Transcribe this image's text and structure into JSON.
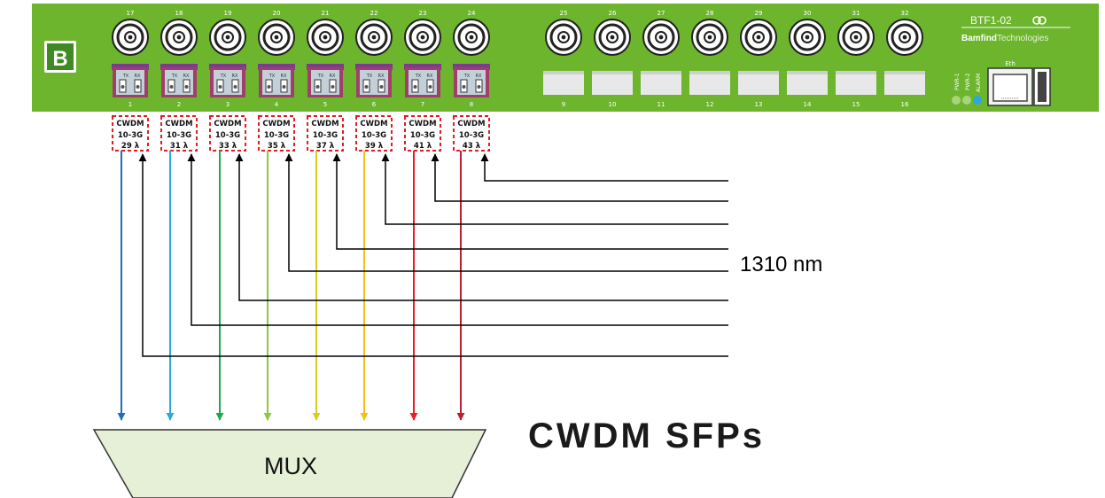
{
  "device": {
    "logo_letter": "B",
    "model": "BTF1-02",
    "brand_bold": "Bamfind",
    "brand_light": "Technologies",
    "top_ports": [
      "17",
      "18",
      "19",
      "20",
      "21",
      "22",
      "23",
      "24",
      "25",
      "26",
      "27",
      "28",
      "29",
      "30",
      "31",
      "32"
    ],
    "bottom_ports": [
      "1",
      "2",
      "3",
      "4",
      "5",
      "6",
      "7",
      "8",
      "9",
      "10",
      "11",
      "12",
      "13",
      "14",
      "15",
      "16"
    ],
    "sfp_tx": "TX",
    "sfp_rx": "RX",
    "status_leds": [
      "PWR-1",
      "PWR-2",
      "ALARM"
    ],
    "eth_label": "Eth"
  },
  "modules": [
    {
      "line1": "CWDM",
      "line2": "10-3G",
      "line3": "29 λ"
    },
    {
      "line1": "CWDM",
      "line2": "10-3G",
      "line3": "31 λ"
    },
    {
      "line1": "CWDM",
      "line2": "10-3G",
      "line3": "33 λ"
    },
    {
      "line1": "CWDM",
      "line2": "10-3G",
      "line3": "35 λ"
    },
    {
      "line1": "CWDM",
      "line2": "10-3G",
      "line3": "37 λ"
    },
    {
      "line1": "CWDM",
      "line2": "10-3G",
      "line3": "39 λ"
    },
    {
      "line1": "CWDM",
      "line2": "10-3G",
      "line3": "41 λ"
    },
    {
      "line1": "CWDM",
      "line2": "10-3G",
      "line3": "43 λ"
    }
  ],
  "tx_colors": [
    "#1f6fb8",
    "#29a9e0",
    "#1faa4a",
    "#8fc640",
    "#d9cc1e",
    "#f6be16",
    "#ee1c24",
    "#be1e2d"
  ],
  "labels": {
    "wavelength": "1310 nm",
    "title": "CWDM SFPs",
    "mux": "MUX"
  },
  "colors": {
    "chassis": "#6cb52d",
    "sfp_port": "#a0406a",
    "dashed_box": "#e31b23",
    "mux_fill": "#e6f0d6"
  }
}
